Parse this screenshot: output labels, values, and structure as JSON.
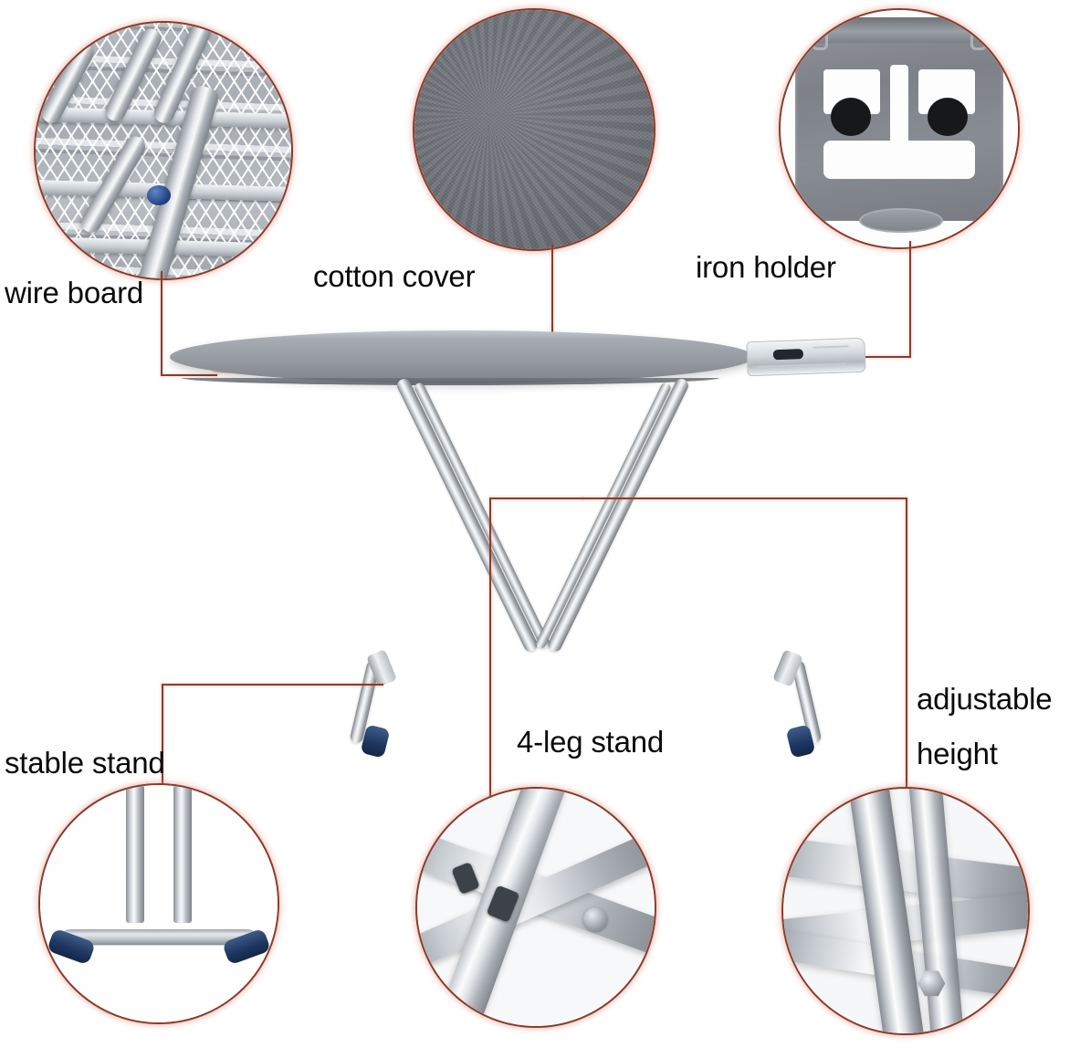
{
  "infographic": {
    "product": "ironing board",
    "background_color": "#ffffff",
    "accent_color": "#8c3b2b",
    "highlight_color": "#d63c28"
  },
  "callouts": [
    {
      "id": "wire-board",
      "label": "wire board",
      "icon": "mesh-grid-icon",
      "description_visible": "wire mesh underside close-up"
    },
    {
      "id": "cotton-cover",
      "label": "cotton cover",
      "icon": "fabric-swatch-icon",
      "description_visible": "gray cotton fabric close-up"
    },
    {
      "id": "iron-holder",
      "label": "iron holder",
      "icon": "iron-rest-plate-icon",
      "description_visible": "metal iron rest plate close-up"
    },
    {
      "id": "stable-stand",
      "label": "stable stand",
      "icon": "curved-base-bar-icon",
      "description_visible": "curved foot bar with blue end caps"
    },
    {
      "id": "four-leg-stand",
      "label": "4-leg stand",
      "icon": "crossing-tubes-icon",
      "description_visible": "chrome tubes crossing at joint"
    },
    {
      "id": "adjustable-height",
      "label_line1": "adjustable",
      "label_line2": "height",
      "label": "adjustable height",
      "icon": "height-rack-icon",
      "description_visible": "height adjustment rack with bolt"
    }
  ],
  "product_view": {
    "name": "ironing-board-illustration",
    "board_color": "#9a9fa5",
    "leg_color": "#c8cdd2",
    "foot_color": "#1e3762"
  }
}
